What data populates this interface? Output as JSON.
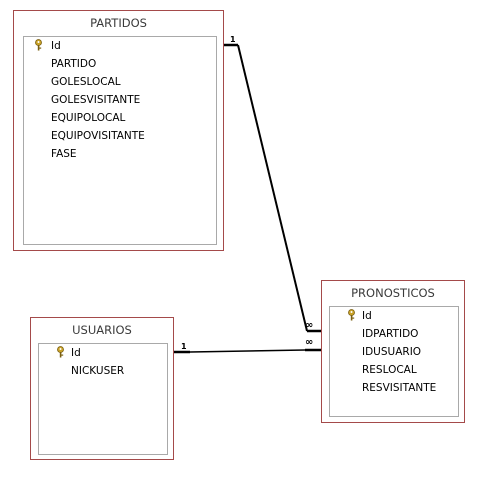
{
  "tables": {
    "partidos": {
      "title": "PARTIDOS",
      "key_field": "Id",
      "fields": [
        "PARTIDO",
        "GOLESLOCAL",
        "GOLESVISITANTE",
        "EQUIPOLOCAL",
        "EQUIPOVISITANTE",
        "FASE"
      ]
    },
    "usuarios": {
      "title": "USUARIOS",
      "key_field": "Id",
      "fields": [
        "NICKUSER"
      ]
    },
    "pronosticos": {
      "title": "PRONOSTICOS",
      "key_field": "Id",
      "fields": [
        "IDPARTIDO",
        "IDUSUARIO",
        "RESLOCAL",
        "RESVISITANTE"
      ]
    }
  },
  "relationships": {
    "partidos_pronosticos": {
      "one_side": "1",
      "many_side": "∞"
    },
    "usuarios_pronosticos": {
      "one_side": "1",
      "many_side": "∞"
    }
  },
  "colors": {
    "table_border": "#a44a4a",
    "panel_border": "#a9a9a9",
    "key_icon": "#c9a227"
  },
  "icons": {
    "primary_key": "key-icon"
  }
}
